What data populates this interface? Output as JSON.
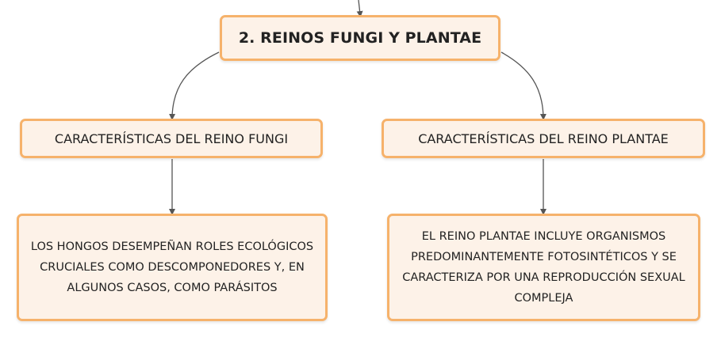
{
  "colors": {
    "node_fill": "#fdf2e8",
    "node_border": "#f6b26b",
    "connector": "#555555",
    "text": "#222222"
  },
  "root": {
    "label": "2. REINOS FUNGI Y PLANTAE"
  },
  "branches": [
    {
      "title": "CARACTERÍSTICAS DEL REINO FUNGI",
      "description": "LOS HONGOS DESEMPEÑAN ROLES ECOLÓGICOS CRUCIALES COMO DESCOMPONEDORES Y, EN ALGUNOS CASOS, COMO PARÁSITOS"
    },
    {
      "title": "CARACTERÍSTICAS DEL REINO PLANTAE",
      "description": "EL REINO PLANTAE INCLUYE ORGANISMOS PREDOMINANTEMENTE FOTOSINTÉTICOS Y SE CARACTERIZA POR UNA REPRODUCCIÓN SEXUAL COMPLEJA"
    }
  ]
}
